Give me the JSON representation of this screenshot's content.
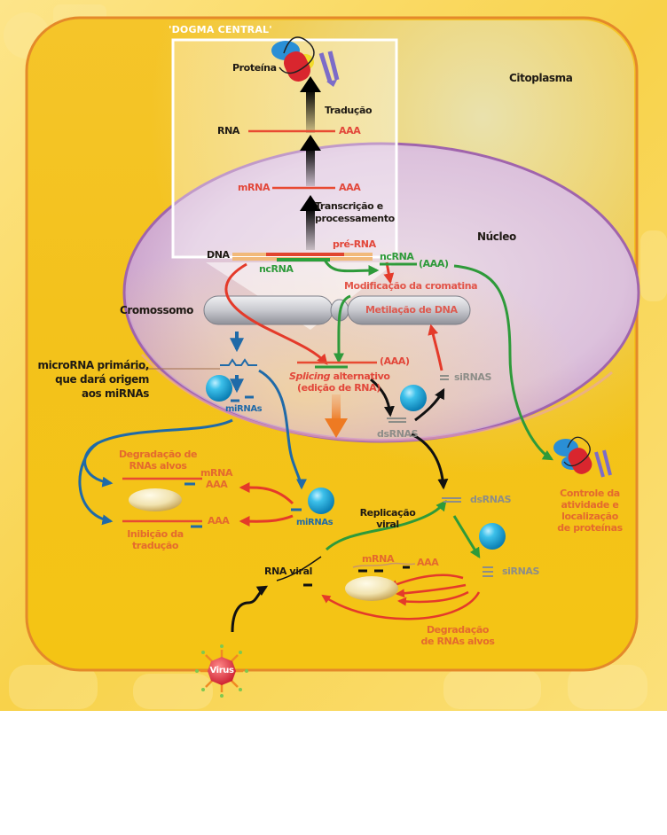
{
  "title": "'DOGMA CENTRAL'",
  "compartments": {
    "cytoplasm": "Citoplasma",
    "nucleus": "Núcleo",
    "chromosome": "Cromossomo"
  },
  "central_dogma": {
    "protein": "Proteína",
    "translation": "Tradução",
    "rna": "RNA",
    "rna_tail": "AAA",
    "mrna": "mRNA",
    "mrna_tail": "AAA",
    "transcription_line1": "Transcrição e",
    "transcription_line2": "processamento",
    "dna": "DNA",
    "pre_rna": "pré-RNA",
    "ncrna_left": "ncRNA"
  },
  "nuclear": {
    "ncrna_right": "ncRNA",
    "ncrna_tail": "(AAA)",
    "chromatin_modification": "Modificação da cromatina",
    "dna_methylation": "Metilação de DNA",
    "splicing_tail": "(AAA)",
    "splicing_italic": "Splicing",
    "splicing_rest": " alternativo",
    "rna_editing": "(edição de RNA)",
    "sirnas_nuclear": "siRNAS",
    "dsrnas_nuclear": "dsRNAS"
  },
  "microrna": {
    "primary_line1": "microRNA primário,",
    "primary_line2": "que dará origem",
    "primary_line3": "aos miRNAs",
    "mirnas_upper": "miRNAs",
    "mirnas_lower": "miRNAs",
    "degradation_line1": "Degradação de",
    "degradation_line2": "RNAs alvos",
    "target_mrna": "mRNA",
    "target_tail_top": "AAA",
    "target_tail_bottom": "AAA",
    "inhibition_line1": "Inibição da",
    "inhibition_line2": "tradução"
  },
  "viral": {
    "replication_line1": "Replicação",
    "replication_line2": "viral",
    "dsrnas": "dsRNAS",
    "sirnas": "siRNAS",
    "viral_rna": "RNA viral",
    "mrna": "mRNA",
    "mrna_tail": "AAA",
    "degradation_line1": "Degradação",
    "degradation_line2": "de RNAs alvos",
    "virus": "Virus"
  },
  "protein_control": {
    "line1": "Controle da",
    "line2": "atividade e",
    "line3": "localização",
    "line4": "de proteínas"
  },
  "colors": {
    "cell_fill": "#f6c41c",
    "nucleus_fill": "#d9b6d6",
    "nucleus_border": "#9a5aa8",
    "protein_red": "#d9262e",
    "protein_blue": "#2a8fd6",
    "protein_yellow": "#f2dc2a",
    "protein_purple": "#7c6cc8",
    "pathway_red": "#e43a2a",
    "pathway_green": "#2e9a3a",
    "pathway_blue": "#1f6aa8",
    "pathway_black": "#111111",
    "risc_cyan": "#2aa8d8",
    "virus_red": "#d9262e"
  }
}
